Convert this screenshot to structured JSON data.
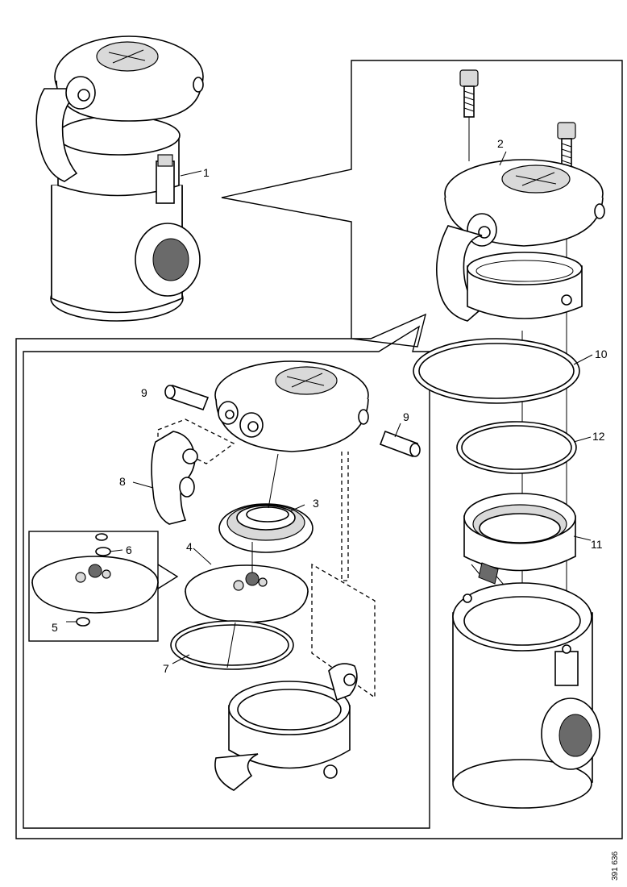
{
  "diagram": {
    "callouts": {
      "c1": "1",
      "c2": "2",
      "c3": "3",
      "c4": "4",
      "c5": "5",
      "c6": "6",
      "c7": "7",
      "c8": "8",
      "c9a": "9",
      "c9b": "9",
      "c10": "10",
      "c11": "11",
      "c12": "12"
    },
    "reference_number": "391 636"
  }
}
